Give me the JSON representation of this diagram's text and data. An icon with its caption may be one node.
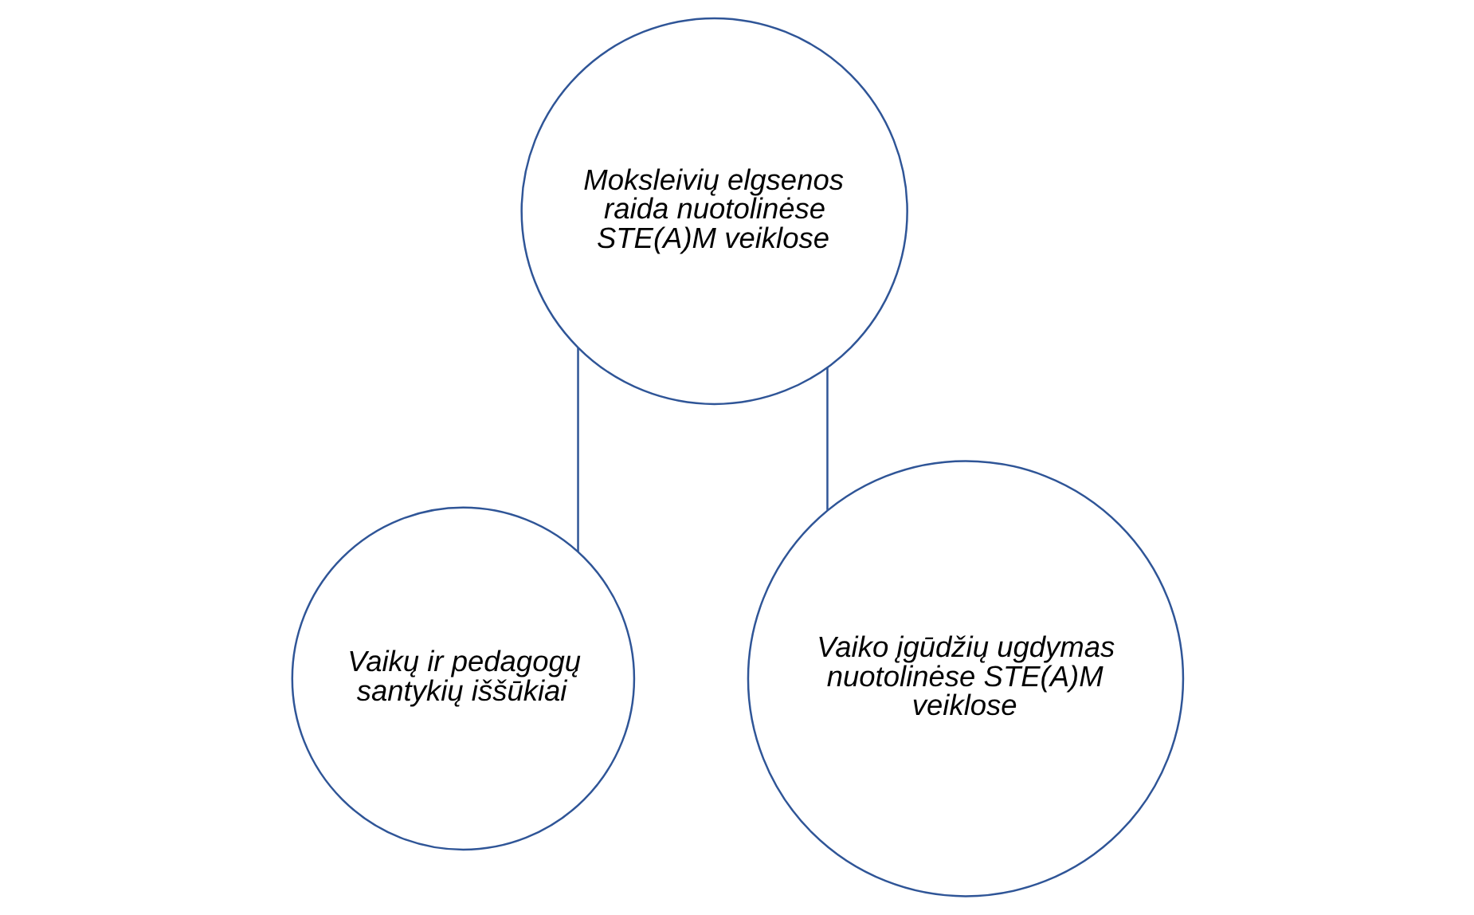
{
  "diagram": {
    "nodes": [
      {
        "text": [
          "Moksleivių elgsenos raida nuotolinėse STE(A)M veiklose"
        ]
      },
      {
        "text": [
          "Vaikų ir pedagogų santykių iššūkiai"
        ]
      },
      {
        "text": [
          "Vaiko įgūdžių ugdymas nuotolinėse STE(A)M veiklose"
        ]
      }
    ],
    "edges": [
      {
        "from": 0,
        "to": 1,
        "arrow": "none"
      },
      {
        "from": 0,
        "to": 2,
        "arrow": "none"
      }
    ]
  }
}
